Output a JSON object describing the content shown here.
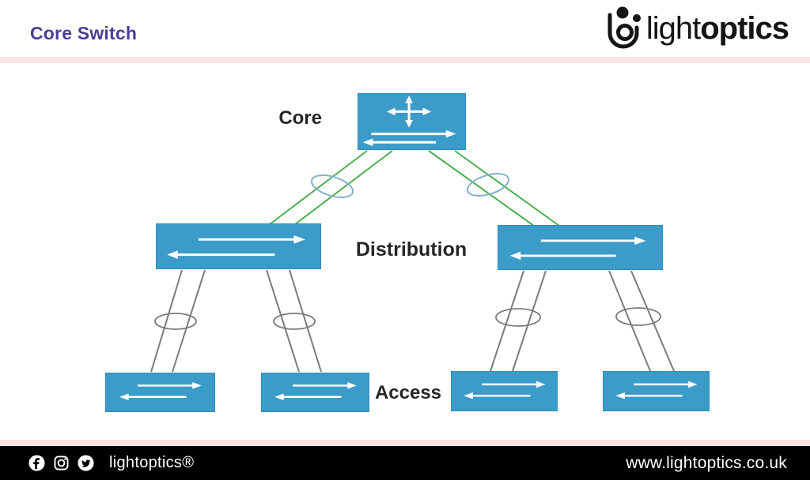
{
  "header": {
    "title": "Core Switch",
    "logo": {
      "prefix": "light",
      "suffix": "optics"
    }
  },
  "diagram": {
    "labels": {
      "core": "Core",
      "distribution": "Distribution",
      "access": "Access"
    }
  },
  "footer": {
    "brand": "lightoptics®",
    "website": "www.lightoptics.co.uk",
    "social": [
      "facebook",
      "instagram",
      "twitter"
    ]
  },
  "colors": {
    "switch_fill": "#3b9bc9",
    "core_link_green": "#4caf50",
    "access_link_gray": "#7b7b7b",
    "trunk_ellipse_blue": "#85b2c9",
    "title_purple": "#4a3e99",
    "divider_pink": "#fbe4e4",
    "footer_bg": "#000000"
  }
}
